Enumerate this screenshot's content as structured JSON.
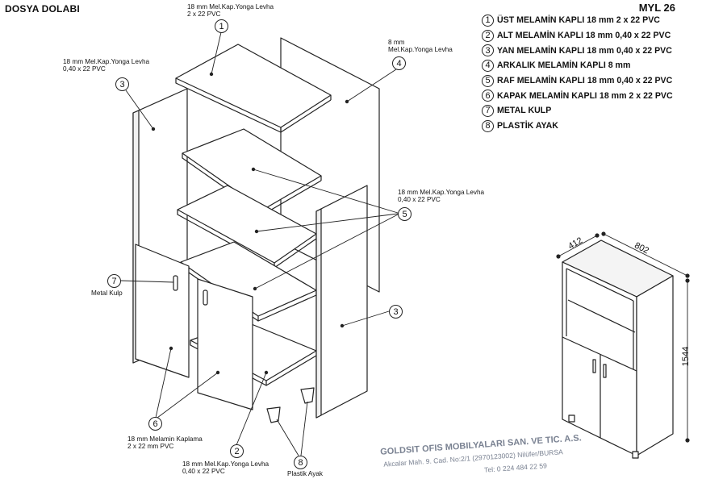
{
  "header": {
    "title": "DOSYA DOLABI",
    "model_code": "MYL 26"
  },
  "legend": [
    {
      "num": "1",
      "text": "ÜST MELAMİN KAPLI 18 mm  2 x 22 PVC"
    },
    {
      "num": "2",
      "text": "ALT MELAMİN KAPLI 18 mm  0,40 x 22 PVC"
    },
    {
      "num": "3",
      "text": "YAN MELAMİN KAPLI 18 mm  0,40 x 22 PVC"
    },
    {
      "num": "4",
      "text": "ARKALIK MELAMİN KAPLI 8 mm"
    },
    {
      "num": "5",
      "text": "RAF MELAMİN KAPLI 18 mm  0,40 x 22 PVC"
    },
    {
      "num": "6",
      "text": "KAPAK MELAMİN KAPLI 18 mm  2 x 22 PVC"
    },
    {
      "num": "7",
      "text": "METAL KULP"
    },
    {
      "num": "8",
      "text": "PLASTİK AYAK"
    }
  ],
  "callouts": {
    "top_panel": {
      "num": "1",
      "line1": "18 mm Mel.Kap.Yonga Levha",
      "line2": "2 x 22 PVC"
    },
    "left_side": {
      "num": "3",
      "line1": "18 mm Mel.Kap.Yonga Levha",
      "line2": "0,40 x 22 PVC"
    },
    "back_panel": {
      "num": "4",
      "line1": "8 mm",
      "line2": "Mel.Kap.Yonga Levha"
    },
    "shelves": {
      "num": "5",
      "line1": "18 mm Mel.Kap.Yonga Levha",
      "line2": "0,40 x 22 PVC"
    },
    "right_side": {
      "num": "3"
    },
    "handle": {
      "num": "7",
      "label": "Metal Kulp"
    },
    "doors": {
      "num": "6",
      "line1": "18 mm Melamin Kaplama",
      "line2": "2 x 22 mm PVC"
    },
    "bottom_panel": {
      "num": "2",
      "line1": "18 mm Mel.Kap.Yonga Levha",
      "line2": "0,40 x 22 PVC"
    },
    "feet": {
      "num": "8",
      "label": "Plastik Ayak"
    }
  },
  "dimensions": {
    "depth": "412",
    "width": "802",
    "height": "1544"
  },
  "stamp": {
    "line1": "GOLDSIT OFIS MOBILYALARI SAN. VE TIC. A.S.",
    "line2": "Akcalar Mah. 9. Cad. No:2/1 (2970123002) Nilüfer/BURSA",
    "line3": "Tel: 0 224 484 22 59"
  }
}
